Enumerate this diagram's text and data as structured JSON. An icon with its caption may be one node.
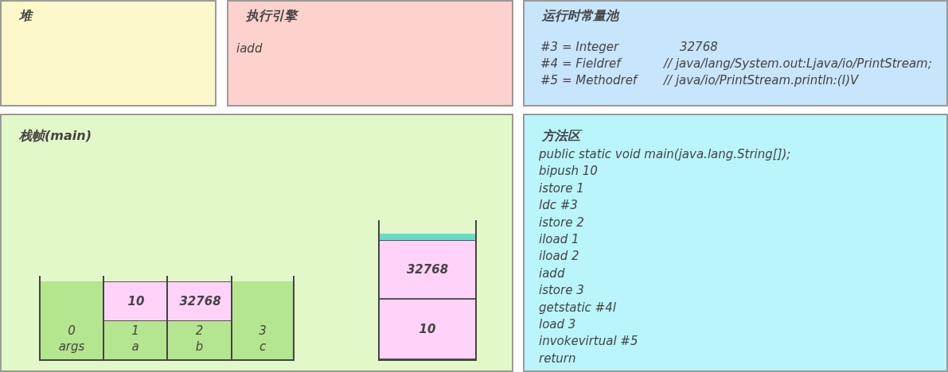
{
  "diagram": {
    "nodes": [
      {
        "text": [
          "堆"
        ]
      },
      {
        "text": [
          "执行引擎",
          "iadd"
        ]
      },
      {
        "text": [
          "运行时常量池",
          "#3 = Integer",
          "32768",
          "#4 = Fieldref",
          "// java/lang/System.out:Ljava/io/PrintStream;",
          "#5 = Methodref",
          "// java/io/PrintStream.println:(I)V"
        ]
      },
      {
        "text": [
          "栈帧(main)"
        ]
      },
      {
        "text": [
          "0",
          "args"
        ],
        "in": 3
      },
      {
        "text": [
          "1",
          "a"
        ],
        "in": 3
      },
      {
        "text": [
          "2",
          "b"
        ],
        "in": 3
      },
      {
        "text": [
          "3",
          "c"
        ],
        "in": 3
      },
      {
        "text": [
          "10"
        ],
        "in": 5
      },
      {
        "text": [
          "32768"
        ],
        "in": 6
      },
      {
        "text": [],
        "shape": "box",
        "in": 3
      },
      {
        "text": [],
        "shape": "bar",
        "in": 10
      },
      {
        "text": [
          "32768"
        ],
        "in": 10
      },
      {
        "text": [
          "10"
        ],
        "in": 10
      },
      {
        "text": [
          "方法区",
          "public static void main(java.lang.String[]);",
          "bipush 10",
          "istore 1",
          "ldc #3",
          "istore 2",
          "iload 1",
          "iload 2",
          "iadd",
          "istore 3",
          "getstatic #4l",
          "load 3",
          "invokevirtual #5",
          "return"
        ]
      }
    ]
  }
}
